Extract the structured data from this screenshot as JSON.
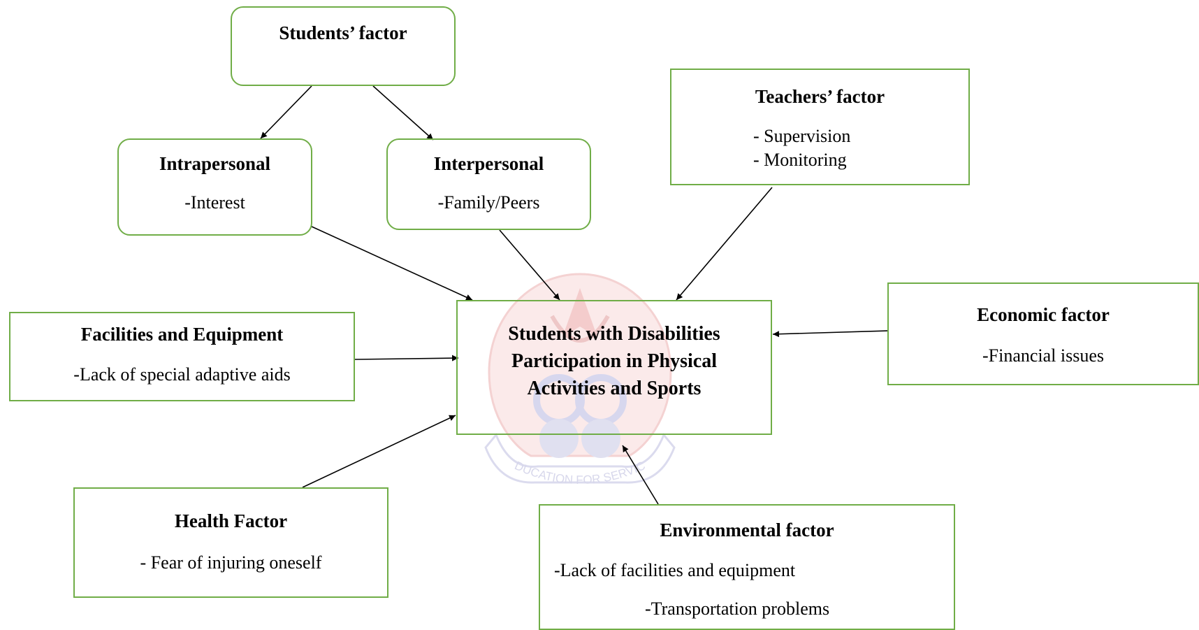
{
  "center": {
    "lines": [
      "Students with Disabilities",
      "Participation in Physical",
      "Activities and Sports"
    ]
  },
  "students_factor": {
    "title": "Students’ factor"
  },
  "intrapersonal": {
    "title": "Intrapersonal",
    "item": "-Interest"
  },
  "interpersonal": {
    "title": "Interpersonal",
    "item": "-Family/Peers"
  },
  "teachers_factor": {
    "title": "Teachers’ factor",
    "items": [
      "- Supervision",
      "- Monitoring"
    ]
  },
  "facilities": {
    "title": "Facilities and Equipment",
    "item": "-Lack of special adaptive aids"
  },
  "economic": {
    "title": "Economic factor",
    "item": "-Financial issues"
  },
  "health": {
    "title": "Health Factor",
    "item": "- Fear of injuring oneself"
  },
  "environmental": {
    "title": "Environmental factor",
    "items": [
      "-Lack of facilities and equipment",
      "-Transportation problems"
    ]
  },
  "watermark": {
    "motto": "EDUCATION FOR SERVICE"
  },
  "colors": {
    "box_border": "#70ad47",
    "arrow": "#000000",
    "watermark_red": "#e8a0a0",
    "watermark_blue": "#a9a9d6"
  }
}
